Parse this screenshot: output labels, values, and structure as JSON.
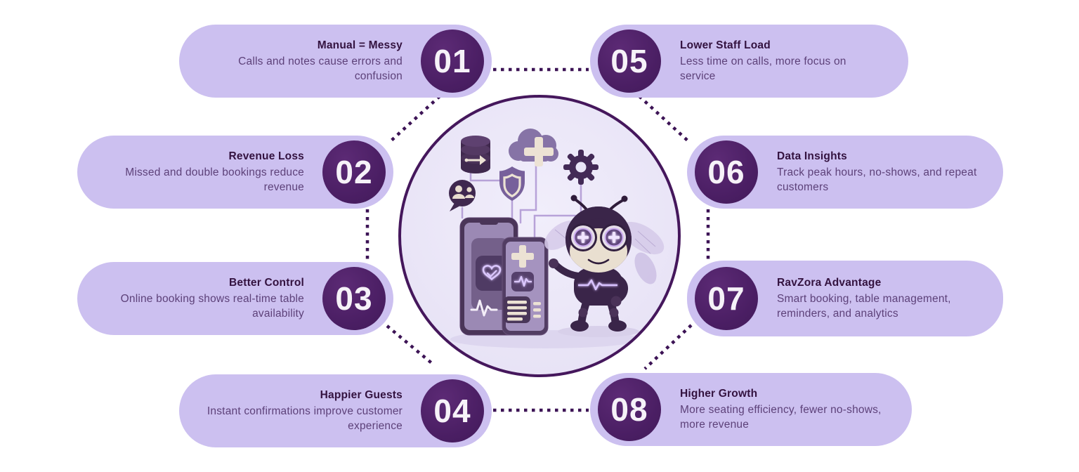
{
  "infographic": {
    "steps": [
      {
        "number": "01",
        "title": "Manual = Messy",
        "description": "Calls and notes cause errors and confusion"
      },
      {
        "number": "02",
        "title": "Revenue Loss",
        "description": "Missed and double bookings reduce revenue"
      },
      {
        "number": "03",
        "title": "Better Control",
        "description": "Online booking shows real-time table availability"
      },
      {
        "number": "04",
        "title": "Happier Guests",
        "description": "Instant confirmations improve customer experience"
      },
      {
        "number": "05",
        "title": "Lower Staff Load",
        "description": "Less time on calls, more focus on service"
      },
      {
        "number": "06",
        "title": "Data Insights",
        "description": "Track peak hours, no-shows, and repeat customers"
      },
      {
        "number": "07",
        "title": "RavZora Advantage",
        "description": "Smart booking, table management, reminders, and analytics"
      },
      {
        "number": "08",
        "title": "Higher Growth",
        "description": "More seating efficiency, fewer no-shows, more revenue"
      }
    ],
    "center": {
      "illustration": "bee-mascot-presenting-booking-app",
      "icons": [
        "database-icon",
        "cloud-plus-icon",
        "gear-icon",
        "shield-icon",
        "chat-person-icon",
        "heart-monitor-icon",
        "ekg-icon",
        "plus-icon",
        "list-icon",
        "bee-mascot"
      ]
    },
    "colors": {
      "pill": "#ccc0f0",
      "badge": "#4a1e63",
      "badge_text": "#f6f2f8",
      "title": "#33123f",
      "description": "#5d4179",
      "center_fill": "#e9e5f7",
      "outline": "#45175c",
      "dots": "#3c1355"
    }
  }
}
